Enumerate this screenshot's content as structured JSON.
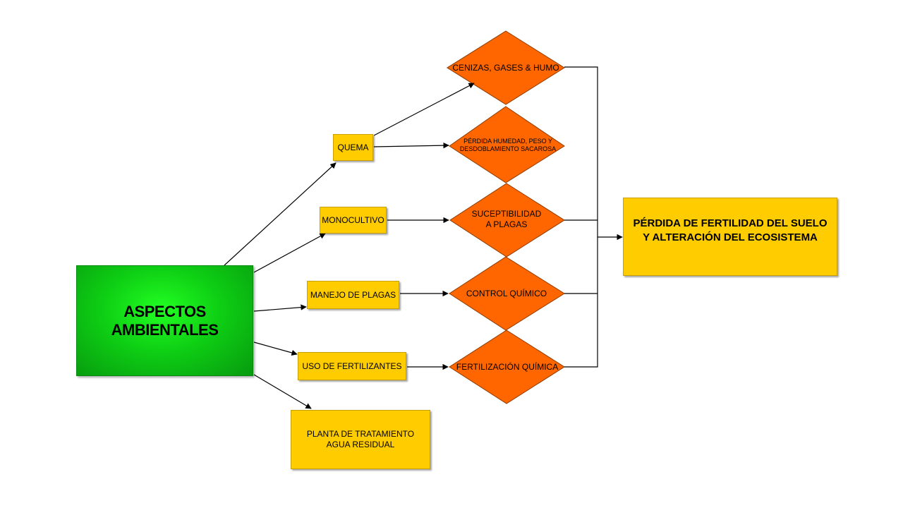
{
  "root": {
    "label": "ASPECTOS AMBIENTALES",
    "color": "#0ecf14"
  },
  "aspects": {
    "quema": "QUEMA",
    "monocultivo": "MONOCULTIVO",
    "manejo_plagas": "MANEJO DE PLAGAS",
    "uso_fertilizantes": "USO DE FERTILIZANTES",
    "planta_tratamiento": "PLANTA DE TRATAMIENTO\nAGUA RESIDUAL"
  },
  "effects": {
    "cenizas": "CENIZAS, GASES & HUMO",
    "perdida_humedad": "PÉRDIDA HUMEDAD, PESO Y\nDESDOBLAMIENTO SACAROSA",
    "suceptibilidad": "SUCEPTIBILIDAD\nA PLAGAS",
    "control_quimico": "CONTROL QUÍMICO",
    "fertilizacion_quimica": "FERTILIZACIÓN QUÍMICA"
  },
  "outcome": {
    "label": "PÉRDIDA DE FERTILIDAD DEL SUELO\nY ALTERACIÓN DEL ECOSISTEMA"
  },
  "colors": {
    "box_fill": "#ffcc00",
    "diamond_fill": "#ff6600",
    "line": "#000000"
  }
}
